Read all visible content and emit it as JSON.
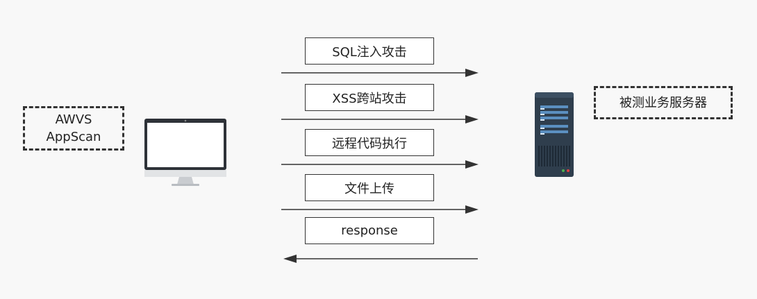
{
  "client": {
    "line1": "AWVS",
    "line2": "AppScan"
  },
  "server": {
    "label": "被测业务服务器"
  },
  "messages": [
    {
      "label": "SQL注入攻击",
      "direction": "to-server"
    },
    {
      "label": "XSS跨站攻击",
      "direction": "to-server"
    },
    {
      "label": "远程代码执行",
      "direction": "to-server"
    },
    {
      "label": "文件上传",
      "direction": "to-server"
    },
    {
      "label": "response",
      "direction": "to-client"
    }
  ]
}
